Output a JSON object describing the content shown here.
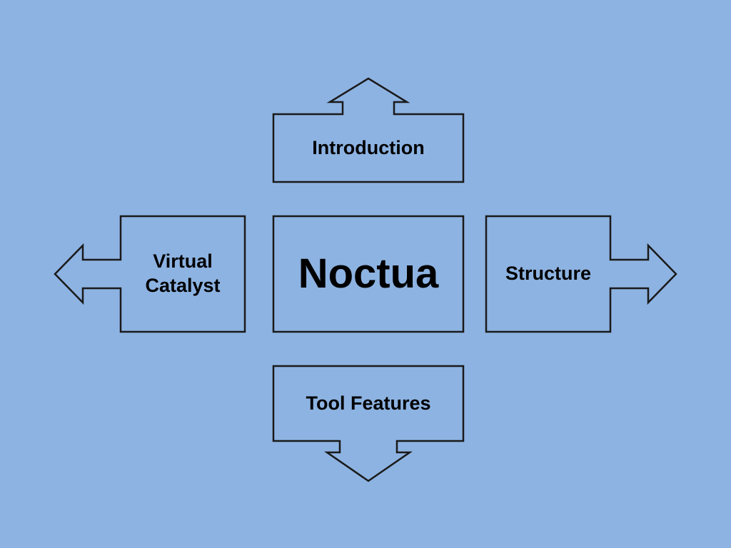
{
  "diagram": {
    "center": {
      "label": "Noctua"
    },
    "top": {
      "label": "Introduction",
      "arrow": "up"
    },
    "left": {
      "label_line1": "Virtual",
      "label_line2": "Catalyst",
      "arrow": "left"
    },
    "right": {
      "label": "Structure",
      "arrow": "right"
    },
    "bottom": {
      "label": "Tool Features",
      "arrow": "down"
    }
  },
  "colors": {
    "background": "#8db3e2",
    "outline": "#1a1a1a",
    "text": "#000000"
  }
}
